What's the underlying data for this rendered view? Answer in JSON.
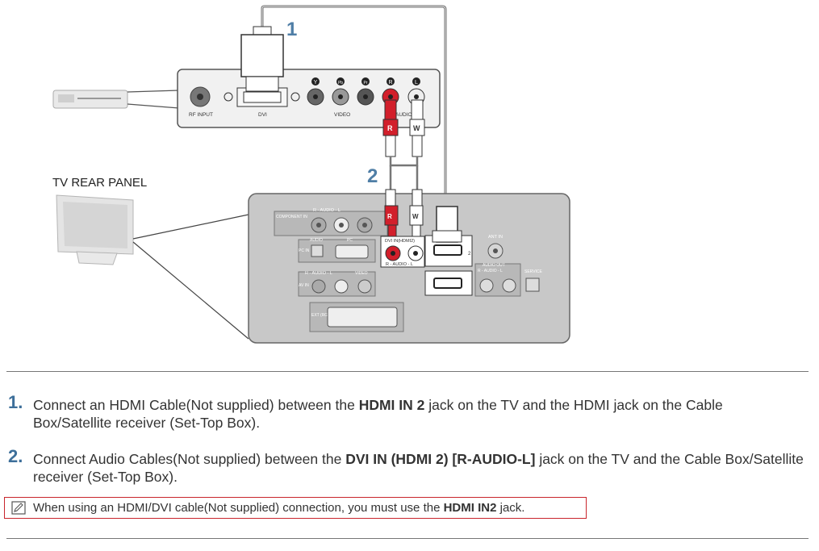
{
  "diagram": {
    "callouts": [
      "1",
      "2"
    ],
    "tv_rear_label": "TV REAR PANEL",
    "device": {
      "rf_input": "RF INPUT",
      "dvi": "DVI",
      "video": "VIDEO",
      "audio": "AUDIO",
      "jack_y": "Y",
      "jack_pb": "Pb",
      "jack_pr": "Pr",
      "jack_r": "R",
      "jack_l": "L"
    },
    "plug_r": "R",
    "plug_w": "W",
    "tv": {
      "component_in": "COMPONENT IN",
      "audio_rl": "R - AUDIO - L",
      "pc_in": "PC IN",
      "audio": "AUDIO",
      "pc": "PC",
      "av_in": "AV IN",
      "video": "VIDEO",
      "dvi_in_hdmi2": "DVI IN(HDMI2)",
      "audio_rl_small": "R - AUDIO - L",
      "hdmi_num": "2",
      "ant_in": "ANT IN",
      "audio_out": "AUDIO OUT",
      "audio_out_rl": "R - AUDIO - L",
      "service": "SERVICE",
      "ext_rgb": "EXT (RGB)"
    }
  },
  "steps": [
    {
      "num": "1.",
      "text_a": "Connect an HDMI Cable(Not supplied) between the ",
      "bold": "HDMI IN 2",
      "text_b": " jack on the TV and the HDMI jack on the Cable Box/Satellite receiver (Set-Top Box)."
    },
    {
      "num": "2.",
      "text_a": "Connect Audio Cables(Not supplied) between the ",
      "bold": "DVI IN (HDMI 2) [R-AUDIO-L]",
      "text_b": " jack on the TV and the Cable Box/Satellite receiver (Set-Top Box)."
    }
  ],
  "note": {
    "text_a": "When using an HDMI/DVI cable(Not supplied) connection, you must use the ",
    "bold": "HDMI IN2",
    "text_b": " jack."
  },
  "colors": {
    "accent": "#3d6f9a",
    "note_border": "#c9252c",
    "panel": "#c8c8c8",
    "red_jack": "#d21f2b"
  },
  "icons": [
    "note-pencil-icon"
  ]
}
